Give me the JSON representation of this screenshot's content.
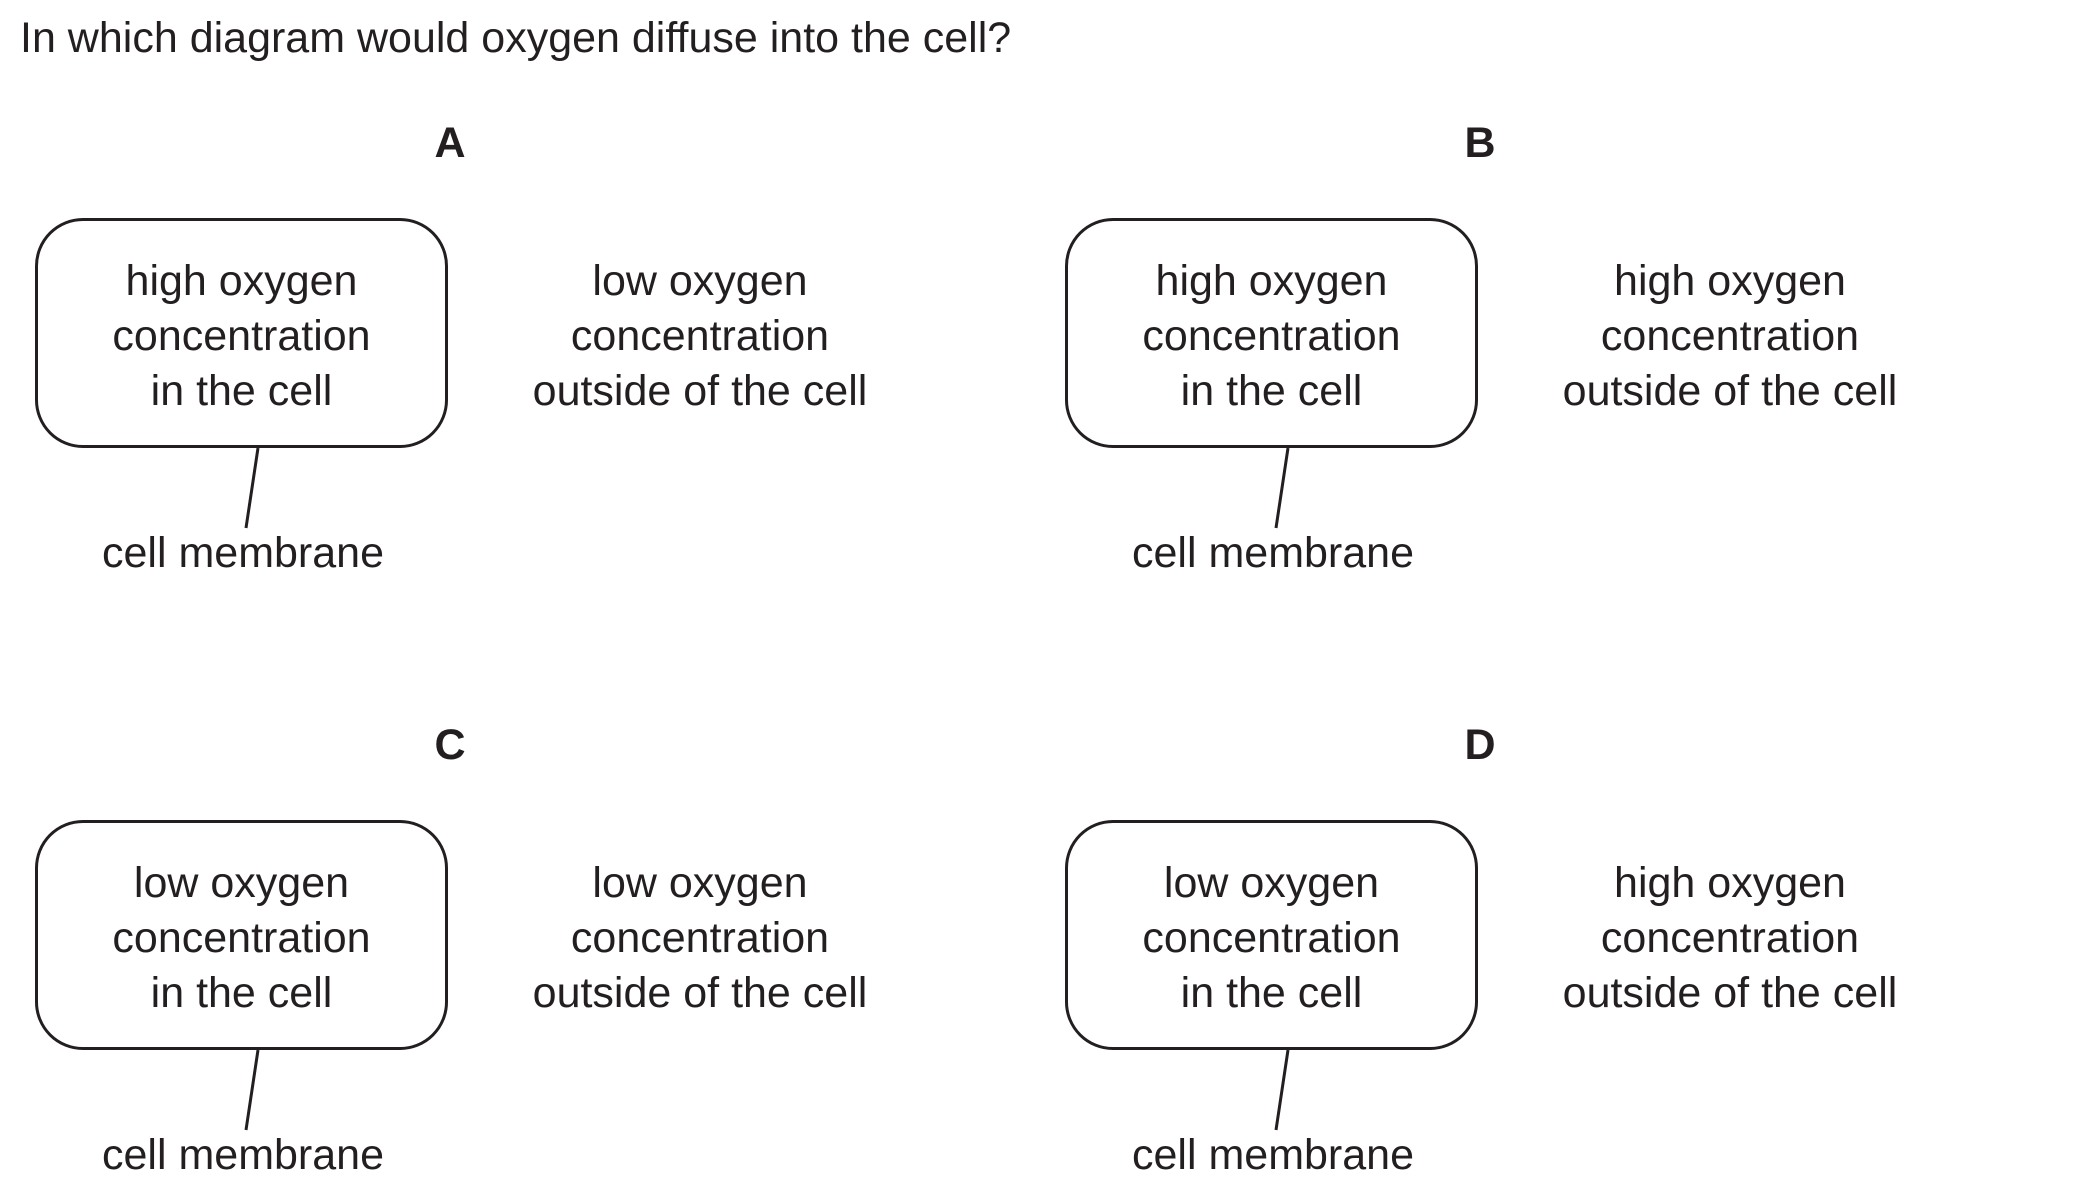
{
  "question": "In which diagram would oxygen diffuse into the cell?",
  "options": {
    "a": {
      "letter": "A",
      "inside": [
        "high oxygen",
        "concentration",
        "in the cell"
      ],
      "outside": [
        "low oxygen",
        "concentration",
        "outside of the cell"
      ],
      "membrane_label": "cell membrane"
    },
    "b": {
      "letter": "B",
      "inside": [
        "high oxygen",
        "concentration",
        "in the cell"
      ],
      "outside": [
        "high oxygen",
        "concentration",
        "outside of the cell"
      ],
      "membrane_label": "cell membrane"
    },
    "c": {
      "letter": "C",
      "inside": [
        "low oxygen",
        "concentration",
        "in the cell"
      ],
      "outside": [
        "low oxygen",
        "concentration",
        "outside of the cell"
      ],
      "membrane_label": "cell membrane"
    },
    "d": {
      "letter": "D",
      "inside": [
        "low oxygen",
        "concentration",
        "in the cell"
      ],
      "outside": [
        "high oxygen",
        "concentration",
        "outside of the cell"
      ],
      "membrane_label": "cell membrane"
    }
  }
}
